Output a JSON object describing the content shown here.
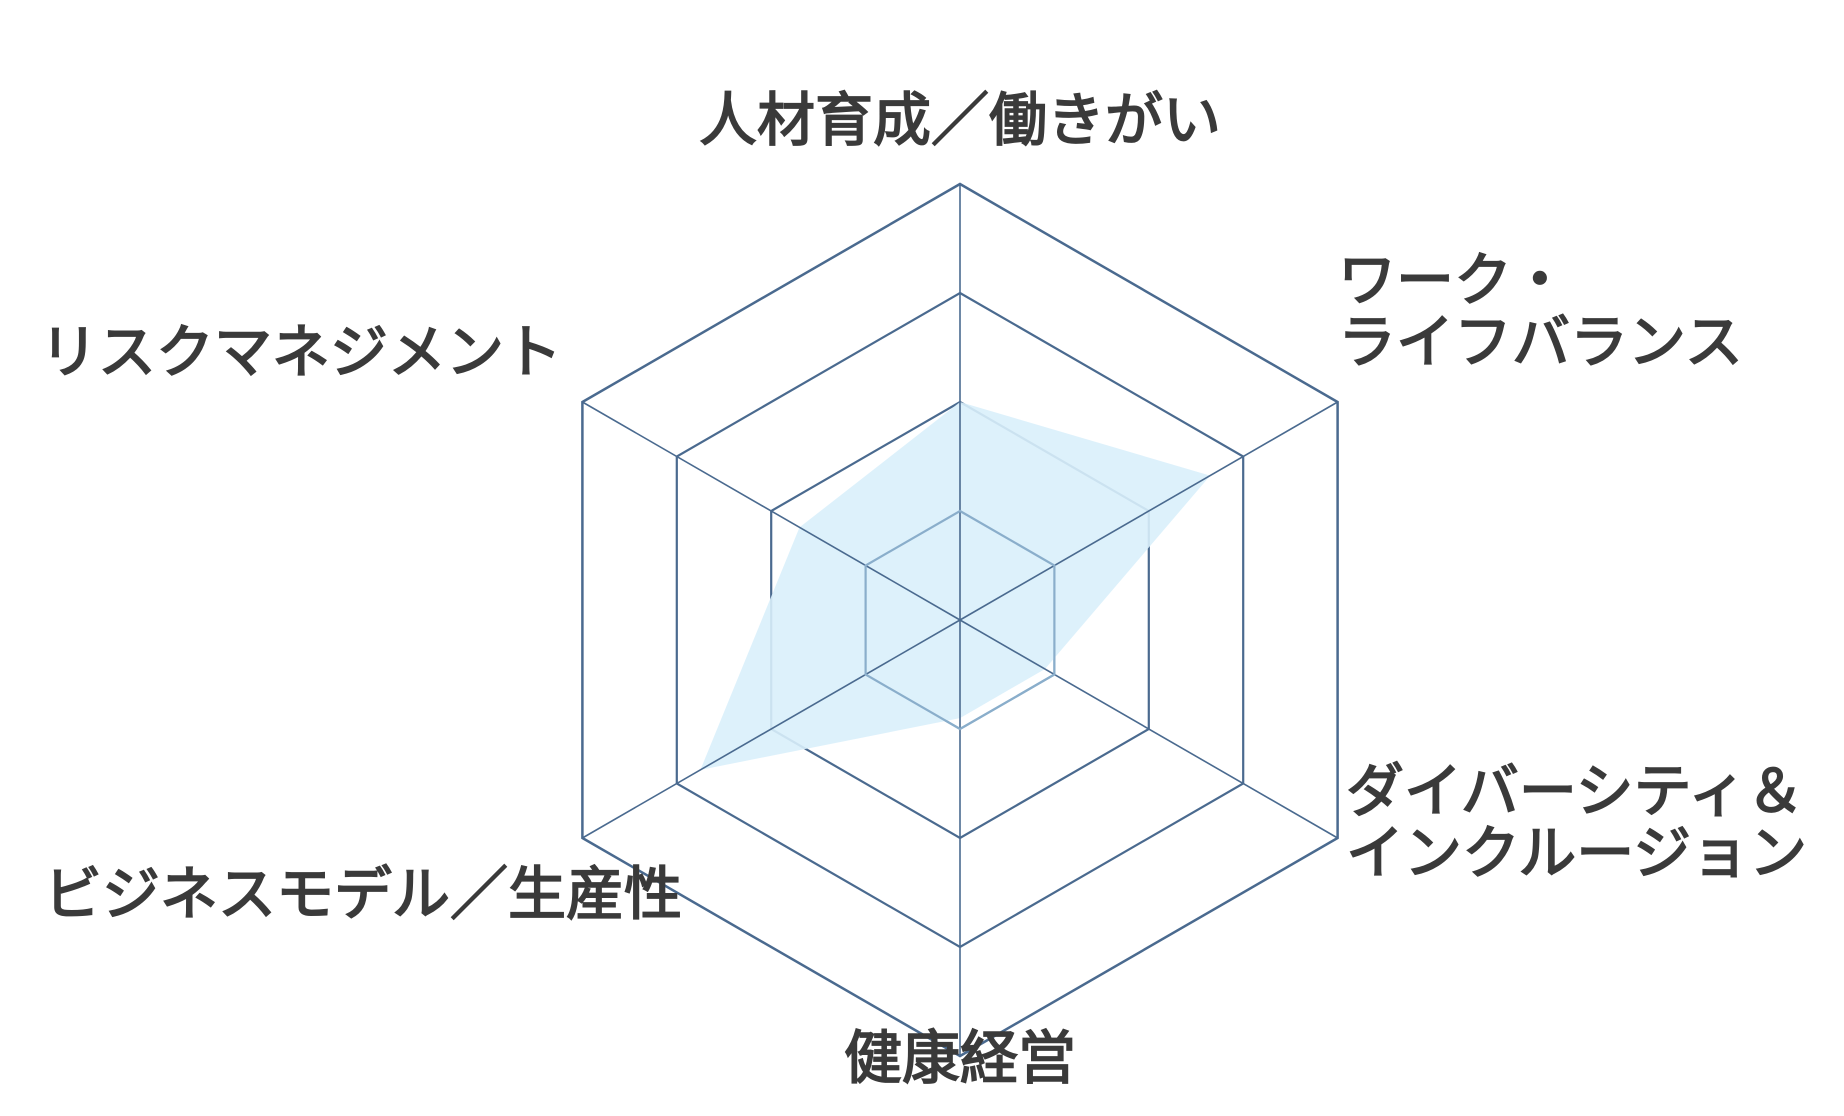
{
  "chart_data": {
    "type": "radar",
    "title": "",
    "axes": [
      {
        "label_lines": [
          "人材育成／働きがい"
        ]
      },
      {
        "label_lines": [
          "ワーク・",
          "ライフバランス"
        ]
      },
      {
        "label_lines": [
          "ダイバーシティ＆",
          "インクルージョン"
        ]
      },
      {
        "label_lines": [
          "健康経営"
        ]
      },
      {
        "label_lines": [
          "ビジネスモデル／生産性"
        ]
      },
      {
        "label_lines": [
          "リスクマネジメント"
        ]
      }
    ],
    "levels": 4,
    "range": [
      0,
      4
    ],
    "series": [
      {
        "values": [
          2.0,
          2.65,
          0.9,
          0.9,
          2.75,
          1.7
        ],
        "fill_color": "#d9f0fb",
        "fill_opacity": 0.9
      }
    ],
    "grid_color": "#4a6a8f",
    "inner_grid_color": "#8aaecb"
  }
}
